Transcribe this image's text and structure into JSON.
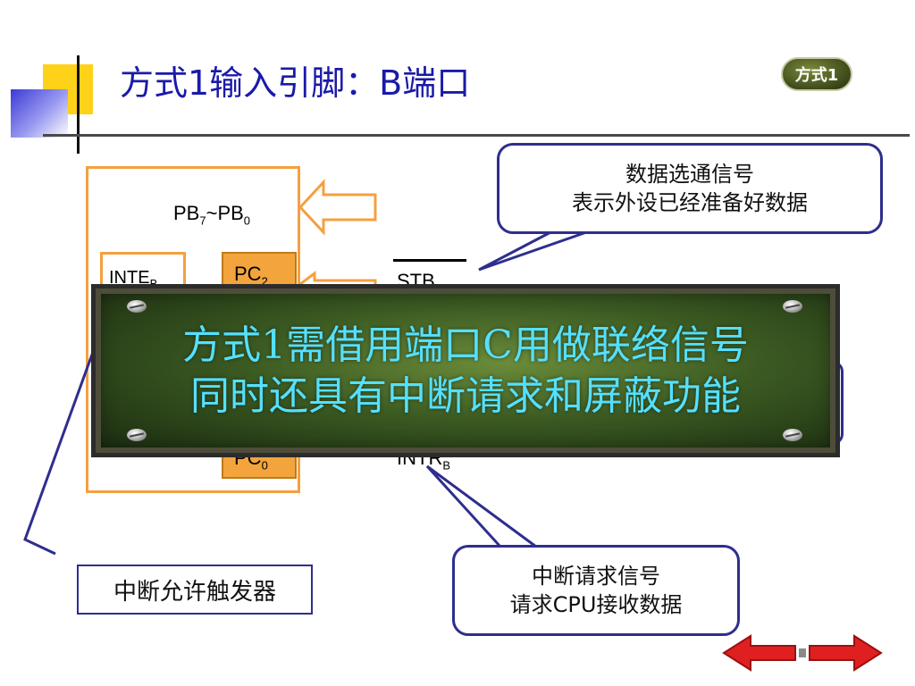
{
  "title": "方式1输入引脚：B端口",
  "badge": "方式1",
  "diagram": {
    "port_label": "PB",
    "port_sub_hi": "7",
    "port_tilde": "~PB",
    "port_sub_lo": "0",
    "inte_label": "INTE",
    "inte_sub": "B",
    "pc_top": "PC",
    "pc_top_sub": "2",
    "pc_bottom": "PC",
    "pc_bottom_sub": "0",
    "stb_label": "STB",
    "intr_label": "INTR",
    "intr_sub": "B"
  },
  "callouts": {
    "data_strobe": {
      "line1": "数据选通信号",
      "line2": "表示外设已经准备好数据"
    },
    "intr": {
      "line1": "中断请求信号",
      "line2": "请求CPU接收数据"
    },
    "interrupt_enable": "中断允许触发器"
  },
  "board": {
    "line1": "方式1需借用端口C用做联络信号",
    "line2": "同时还具有中断请求和屏蔽功能"
  },
  "colors": {
    "title": "#1a1aa8",
    "accent_orange": "#f4a040",
    "callout_border": "#2e2e8e",
    "board_text": "#55e0ff",
    "nav_red": "#e02020"
  },
  "icons": {
    "prev": "red-left-arrow",
    "next": "red-right-arrow"
  }
}
